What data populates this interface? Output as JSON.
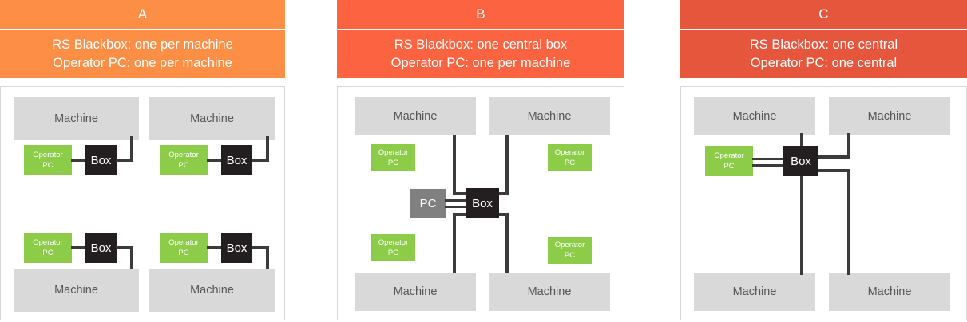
{
  "columns": [
    {
      "id": "A",
      "title": "A",
      "header_color": "#fc8f45",
      "subtitle_line1": "RS Blackbox: one per machine",
      "subtitle_line2": "Operator PC: one per machine",
      "labels": {
        "machine": "Machine",
        "operator_pc_line1": "Operator",
        "operator_pc_line2": "PC",
        "box": "Box"
      }
    },
    {
      "id": "B",
      "title": "B",
      "header_color": "#fc6340",
      "subtitle_line1": "RS Blackbox: one central box",
      "subtitle_line2": "Operator PC: one per machine",
      "labels": {
        "machine": "Machine",
        "operator_pc_line1": "Operator",
        "operator_pc_line2": "PC",
        "box": "Box",
        "pc": "PC"
      }
    },
    {
      "id": "C",
      "title": "C",
      "header_color": "#e5563c",
      "subtitle_line1": "RS Blackbox: one central",
      "subtitle_line2": "Operator PC: one central",
      "labels": {
        "machine": "Machine",
        "operator_pc_line1": "Operator",
        "operator_pc_line2": "PC",
        "box": "Box"
      }
    }
  ],
  "palette": {
    "machine_fill": "#d9d9d9",
    "machine_text": "#565656",
    "operator_pc_fill": "#8ccc48",
    "blackbox_fill": "#231f20",
    "gray_pc_fill": "#808080",
    "wire": "#3b3b3b",
    "panel_border": "#d8d8d8",
    "background": "#ffffff"
  }
}
